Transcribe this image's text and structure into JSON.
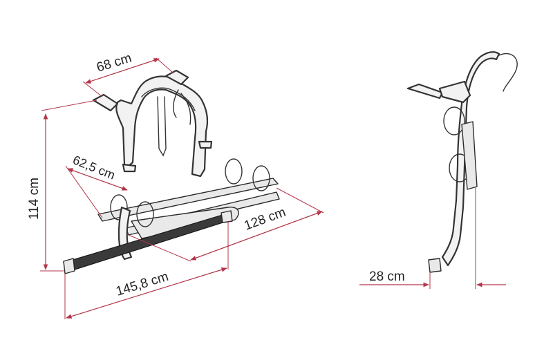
{
  "dimensions": {
    "width_top": "68 cm",
    "height": "114 cm",
    "rail_spacing": "62,5 cm",
    "rail_length": "128 cm",
    "total_width": "145,8 cm",
    "depth": "28 cm"
  },
  "colors": {
    "dimension_line": "#b3364a",
    "frame_stroke": "#333333",
    "label_text": "#222222"
  }
}
